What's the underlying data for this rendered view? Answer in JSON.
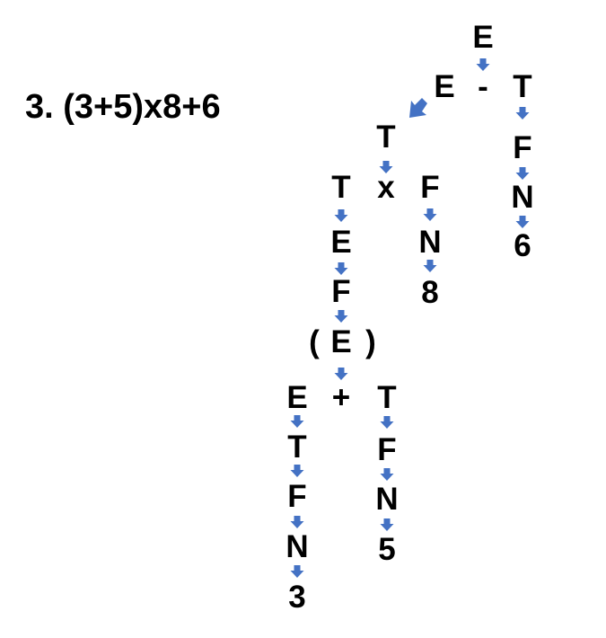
{
  "title": "3. (3+5)x8+6",
  "tree": {
    "level1": {
      "e": "E"
    },
    "level2": {
      "e": "E",
      "minus": "-",
      "t": "T"
    },
    "level3": {
      "t": "T",
      "f": "F"
    },
    "level4": {
      "t": "T",
      "times": "x",
      "f": "F",
      "n": "N"
    },
    "level5": {
      "e": "E",
      "n": "N",
      "six": "6"
    },
    "level6": {
      "f": "F",
      "eight": "8"
    },
    "level7": {
      "open_paren": "(",
      "e": "E",
      "close_paren": ")"
    },
    "level8": {
      "e": "E",
      "plus": "+",
      "t": "T"
    },
    "level9": {
      "t": "T",
      "f": "F"
    },
    "level10": {
      "f": "F",
      "n": "N"
    },
    "level11": {
      "n": "N",
      "five": "5"
    },
    "level12": {
      "three": "3"
    }
  },
  "colors": {
    "arrow": "#4472C4",
    "text": "#000000"
  },
  "icons": {
    "arrow": "down-arrow-icon",
    "diagonal_arrow": "diagonal-arrow-icon"
  }
}
